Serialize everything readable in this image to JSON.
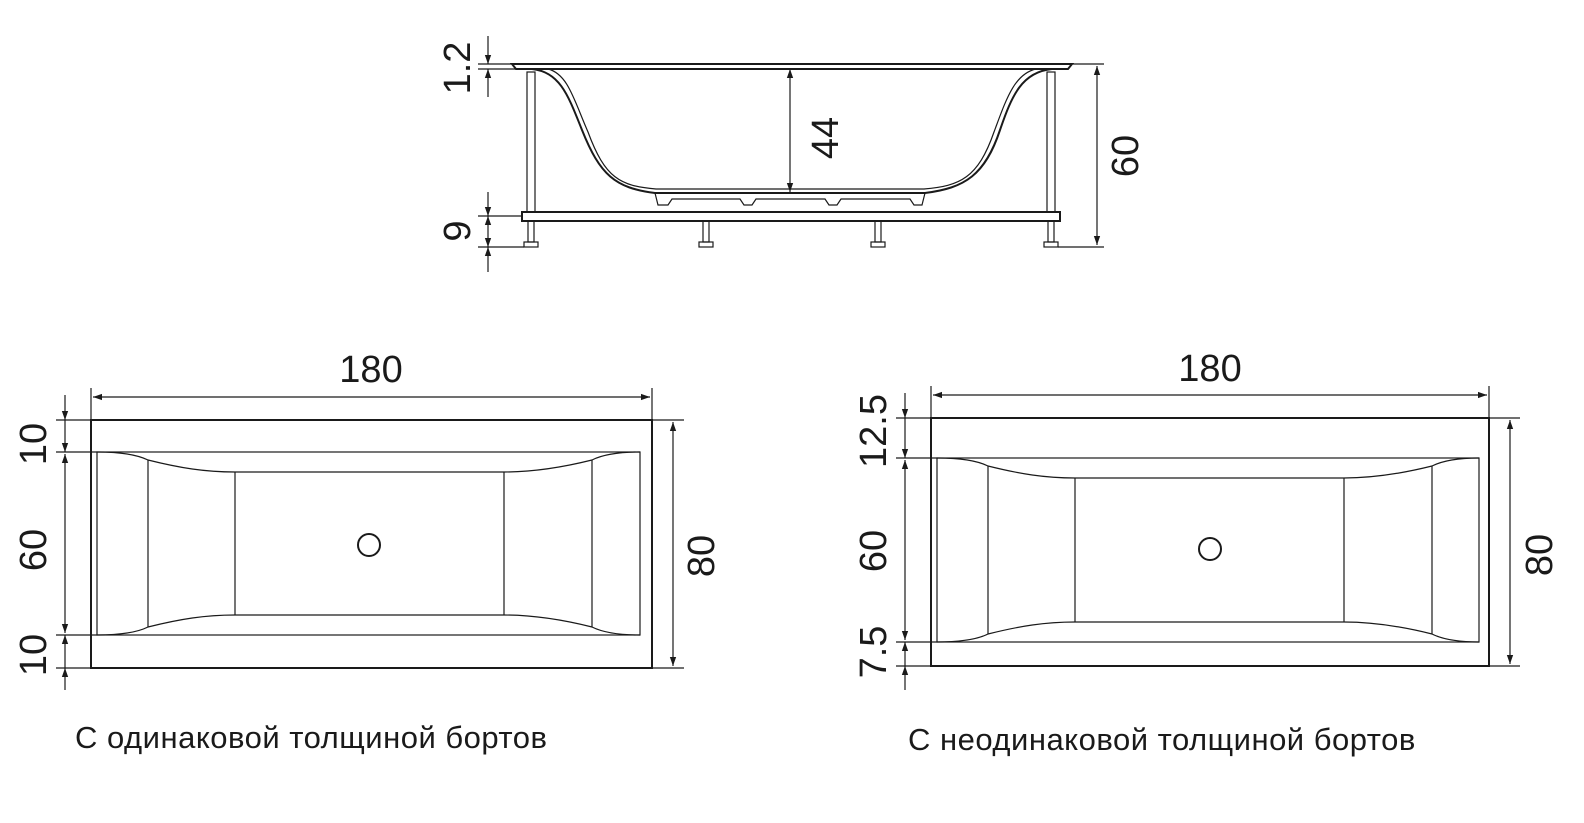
{
  "side_view": {
    "dims": {
      "rim_thickness": "1.2",
      "inner_depth": "44",
      "total_height": "60",
      "base_height": "9"
    }
  },
  "plan_equal": {
    "length": "180",
    "width": "80",
    "rim_top": "10",
    "inner_width": "60",
    "rim_bottom": "10",
    "caption": "С одинаковой толщиной бортов"
  },
  "plan_unequal": {
    "length": "180",
    "width": "80",
    "rim_top": "12.5",
    "inner_width": "60",
    "rim_bottom": "7.5",
    "caption": "С неодинаковой толщиной бортов"
  },
  "colors": {
    "ink": "#1a1a1a",
    "background": "#ffffff"
  }
}
